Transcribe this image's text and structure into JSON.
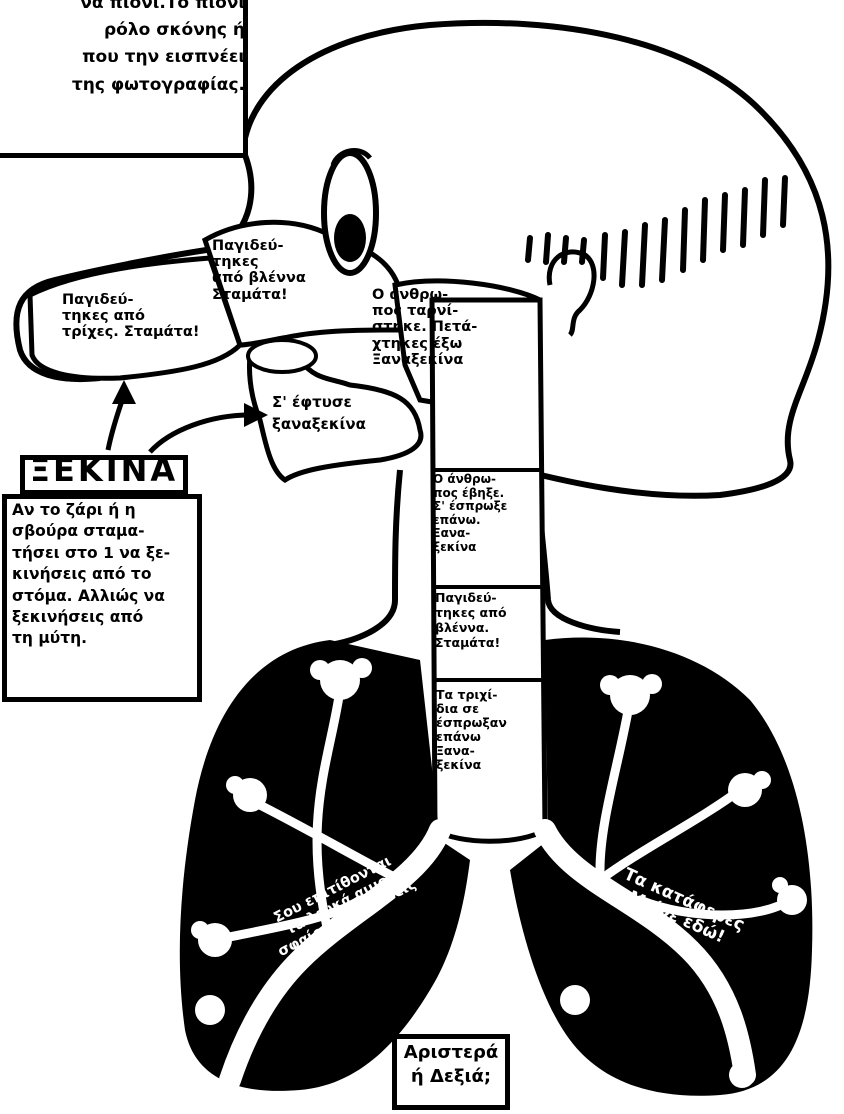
{
  "intro_text": "να πιονι.Το πιονι\nρόλο σκόνης ή\nπου την εισπνέει\nτης φωτογραφίας.",
  "start_label": "ΞΕΚΙΝΑ",
  "start_instructions": "Αν το ζάρι ή η\nσβούρα σταμα-\nτήσει στο 1 να ξε-\nκινήσεις από το\nστόμα. Αλλιώς να\nξεκινήσεις από\nτη μύτη.",
  "zones": {
    "nose_hairs": "Παγιδεύ-\nτηκες από\nτρίχες. Σταμάτα!",
    "nose_mucus": "Παγιδεύ-\nτηκες\nαπό βλέννα\nΣταμάτα!",
    "sneeze": "Ο άνθρω-\nπος ταρνί-\nστηκε. Πετά-\nχτηκες έξω\nΞαναξεκίνα",
    "cough": "Σ' έφτυσε\nξαναξεκίνα",
    "trachea_1": "Ο άνθρω-\nπος έβηξε.\nΣ' έσπρωξε\nεπάνω.\nΞανα-\nξεκίνα",
    "trachea_2": "Παγιδεύ-\nτηκες από\nβλέννα.\nΣταμάτα!",
    "trachea_3": "Τα τριχί-\nδια σε\nέσπρωξαν\nεπάνω\nΞανα-\nξεκίνα",
    "left_lung": "Σου επιτίθονται\nτα λευκά αιμο-\nσφαίρια. Πεθαίνεις",
    "right_lung": "Τα κατάφερες\nΜείνε εδώ!",
    "choose_side": "Αριστερά\nή Δεξιά;"
  },
  "icons": [
    "arrow-icon",
    "alveoli-icon",
    "ear-icon",
    "eye-icon"
  ],
  "colors": {
    "ink": "#000000",
    "paper": "#ffffff"
  }
}
